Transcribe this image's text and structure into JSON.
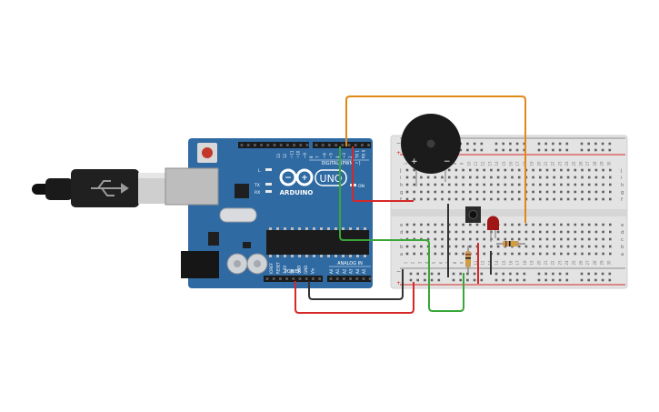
{
  "board": {
    "digital_label": "DIGITAL (PWM ~)",
    "logo_text": "ARDUINO",
    "model": "UNO",
    "on_label": "ON",
    "tx_label": "TX",
    "rx_label": "RX",
    "l_label": "L",
    "power_label": "POWER",
    "analog_label": "ANALOG IN",
    "aref_label": "AREF",
    "gnd_label": "GND",
    "digital_pins": [
      "13",
      "12",
      "~11",
      "~10",
      "~9",
      "8",
      "7",
      "~6",
      "~5",
      "4",
      "~3",
      "2",
      "TX 1",
      "RX 0"
    ],
    "power_pins": [
      "IOREF",
      "RESET",
      "3.3V",
      "5V",
      "GND",
      "GND",
      "Vin"
    ],
    "analog_pins": [
      "A0",
      "A1",
      "A2",
      "A3",
      "A4",
      "A5"
    ]
  },
  "breadboard": {
    "row_letters_top": [
      "j",
      "i",
      "h",
      "g",
      "f"
    ],
    "row_letters_bottom": [
      "e",
      "d",
      "c",
      "b",
      "a"
    ],
    "column_numbers": [
      "1",
      "2",
      "3",
      "4",
      "5",
      "6",
      "7",
      "8",
      "9",
      "10",
      "11",
      "12",
      "13",
      "14",
      "15",
      "16",
      "17",
      "18",
      "19",
      "20",
      "21",
      "22",
      "23",
      "24",
      "25",
      "26",
      "27",
      "28",
      "29",
      "30"
    ],
    "rail_plus": "+",
    "rail_minus": "−"
  },
  "buzzer": {
    "plus_label": "+",
    "minus_label": "−"
  },
  "colors": {
    "board": "#2f6aa3",
    "board_dark": "#23527e",
    "breadboard": "#e3e3e3",
    "wire_orange": "#e08a16",
    "wire_red": "#d62828",
    "wire_green": "#3aa63a",
    "wire_black": "#333333",
    "led": "#a01515",
    "buzzer": "#1b1b1b"
  }
}
